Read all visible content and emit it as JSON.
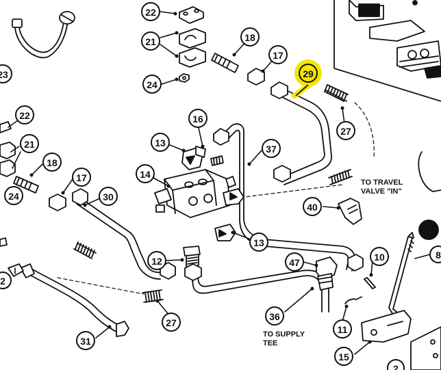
{
  "diagram": {
    "callouts": [
      {
        "id": "c22a",
        "label": "22"
      },
      {
        "id": "c21a",
        "label": "21"
      },
      {
        "id": "c24a",
        "label": "24"
      },
      {
        "id": "c18a",
        "label": "18"
      },
      {
        "id": "c17a",
        "label": "17"
      },
      {
        "id": "c29",
        "label": "29"
      },
      {
        "id": "c27a",
        "label": "27"
      },
      {
        "id": "c16",
        "label": "16"
      },
      {
        "id": "c13a",
        "label": "13"
      },
      {
        "id": "c37",
        "label": "37"
      },
      {
        "id": "c14",
        "label": "14"
      },
      {
        "id": "c22b",
        "label": "22"
      },
      {
        "id": "c21b",
        "label": "21"
      },
      {
        "id": "c23",
        "label": "23"
      },
      {
        "id": "c18b",
        "label": "18"
      },
      {
        "id": "c17b",
        "label": "17"
      },
      {
        "id": "c30",
        "label": "30"
      },
      {
        "id": "c24b",
        "label": "24"
      },
      {
        "id": "c40",
        "label": "40"
      },
      {
        "id": "c12",
        "label": "12"
      },
      {
        "id": "c13b",
        "label": "13"
      },
      {
        "id": "c47",
        "label": "47"
      },
      {
        "id": "c10",
        "label": "10"
      },
      {
        "id": "c8",
        "label": "8"
      },
      {
        "id": "c2a",
        "label": "2"
      },
      {
        "id": "c27b",
        "label": "27"
      },
      {
        "id": "c36",
        "label": "36"
      },
      {
        "id": "c11",
        "label": "11"
      },
      {
        "id": "c31",
        "label": "31"
      },
      {
        "id": "c15",
        "label": "15"
      },
      {
        "id": "c2b",
        "label": "2"
      }
    ],
    "notes": {
      "travel_valve_line1": "TO TRAVEL",
      "travel_valve_line2": "VALVE \"IN\"",
      "supply_tee_line1": "TO SUPPLY",
      "supply_tee_line2": "TEE"
    },
    "highlight_color": "#f5e600",
    "ink_color": "#111111"
  }
}
